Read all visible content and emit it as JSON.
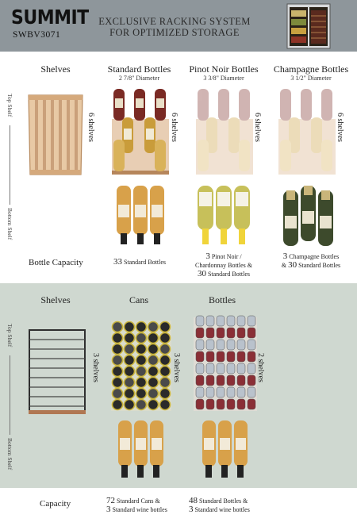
{
  "header": {
    "brand": "SUMMIT",
    "model": "SWBV3071",
    "title_line1": "EXCLUSIVE RACKING SYSTEM",
    "title_line2": "FOR OPTIMIZED STORAGE"
  },
  "top": {
    "columns": [
      {
        "title": "Shelves",
        "subtitle": ""
      },
      {
        "title": "Standard Bottles",
        "subtitle": "2 7/8\" Diameter"
      },
      {
        "title": "Pinot Noir Bottles",
        "subtitle": "3 3/8\" Diameter"
      },
      {
        "title": "Champagne Bottles",
        "subtitle": "3 1/2\" Diameter"
      }
    ],
    "top_shelf_label": "Top Shelf",
    "bottom_shelf_label": "Bottom Shelf",
    "shelf_counts": [
      "6 shelves",
      "6 shelves",
      "6 shelves"
    ],
    "capacity_label": "Bottle Capacity",
    "capacity": [
      {
        "num": "33",
        "text": "Standard Bottles",
        "line2": "",
        "line3": ""
      },
      {
        "num": "3",
        "text": "Pinot Noir /",
        "line2": "Chardonnay Bottles &",
        "line3_num": "30",
        "line3": "Standard Bottles"
      },
      {
        "num": "3",
        "text": "Champagne Bottles",
        "line2_prefix": "& ",
        "line2_num": "30",
        "line2": "Standard Bottles"
      }
    ]
  },
  "bottom": {
    "columns": [
      {
        "title": "Shelves"
      },
      {
        "title": "Cans"
      },
      {
        "title": "Bottles"
      }
    ],
    "top_shelf_label": "Top Shelf",
    "bottom_shelf_label": "Bottom Shelf",
    "shelf_counts": [
      "3 shelves",
      "3 shelves",
      "2 shelves"
    ],
    "capacity_label": "Capacity",
    "capacity": [
      {
        "num1": "72",
        "text1": "Standard Cans &",
        "num2": "3",
        "text2": "Standard wine bottles"
      },
      {
        "num1": "48",
        "text1": "Standard Bottles &",
        "num2": "3",
        "text2": "Standard wine bottles"
      }
    ]
  },
  "colors": {
    "header_bg": "#8e969b",
    "bottom_bg": "#cfd8d0",
    "wood": "#d8ad82",
    "dark_wood": "#8d5a33"
  }
}
